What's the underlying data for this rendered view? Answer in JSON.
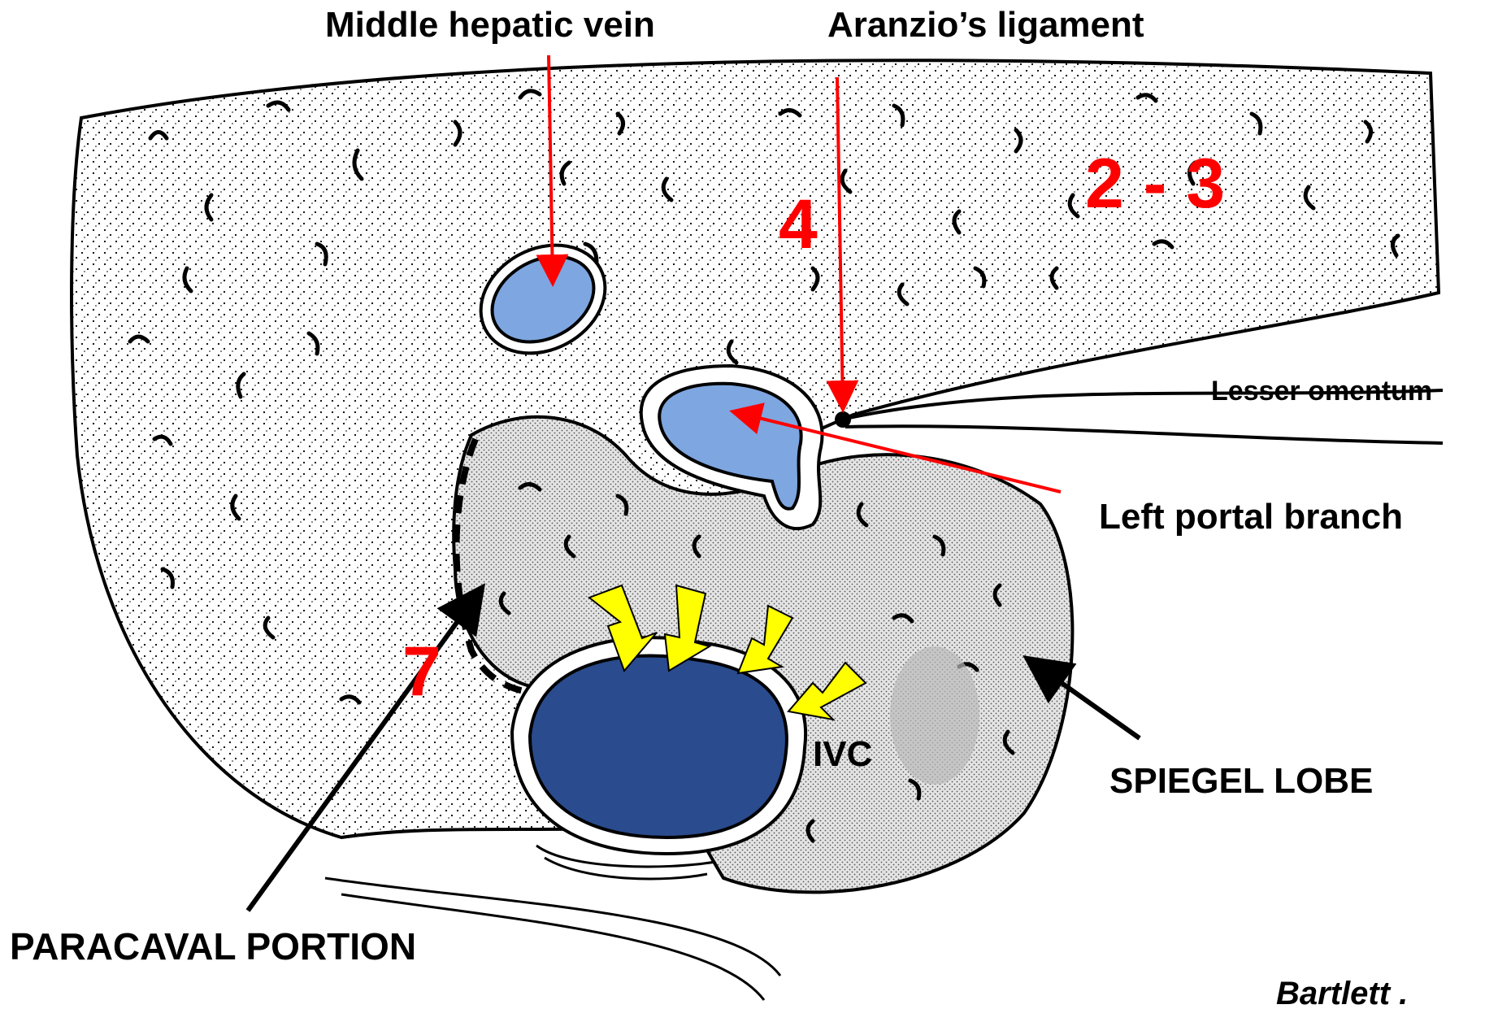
{
  "labels": {
    "middle_hepatic_vein": "Middle hepatic vein",
    "aranzio_ligament": "Aranzio’s ligament",
    "lesser_omentum": "Lesser omentum",
    "left_portal_branch": "Left portal branch",
    "spiegel_lobe": "SPIEGEL LOBE",
    "paracaval_portion": "PARACAVAL PORTION",
    "ivc": "IVC",
    "credit": "Bartlett ."
  },
  "segment_numbers": {
    "seg_4": "4",
    "seg_2_3": "2 - 3",
    "seg_7": "7"
  },
  "colors": {
    "background": "#ffffff",
    "outline": "#000000",
    "hepatic_vein_fill": "#7ea6e0",
    "portal_branch_fill": "#7ea6e0",
    "ivc_fill": "#2a4b8d",
    "caudate_fill": "#d8d8d8",
    "red_arrows": "#ff0000",
    "yellow_arrows": "#ffff00",
    "segment_numbers": "#ff0000"
  }
}
